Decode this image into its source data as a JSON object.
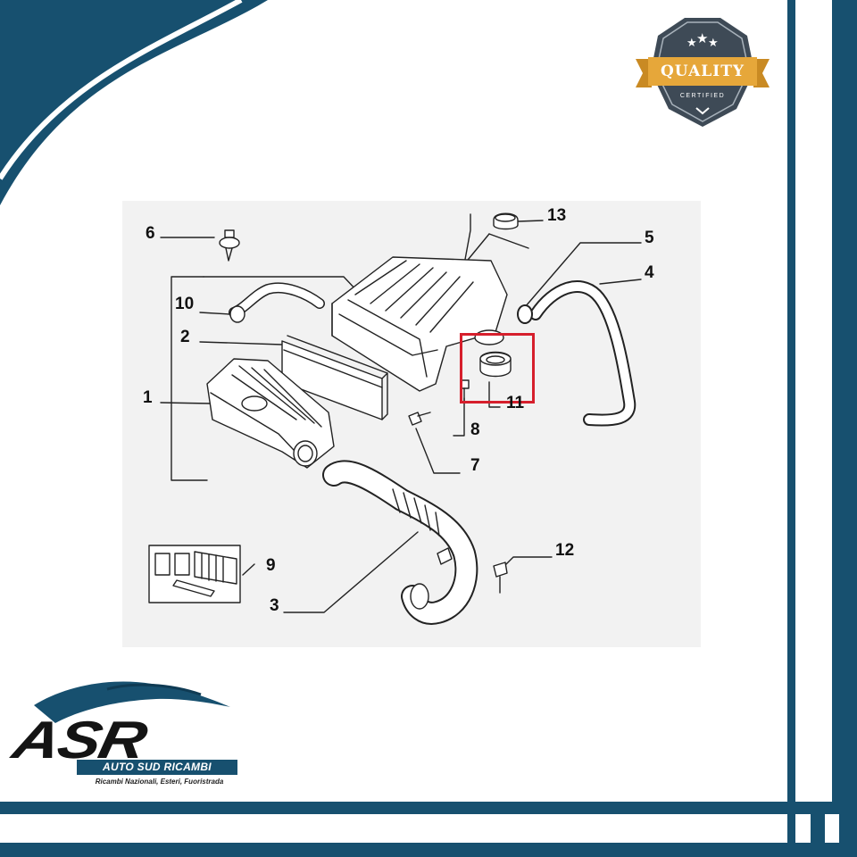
{
  "badge": {
    "quality_label": "QUALITY",
    "certified_label": "CERTIFIED",
    "colors": {
      "badge_body": "#3e4a56",
      "ribbon": "#e6a73a"
    }
  },
  "diagram": {
    "callouts": [
      "1",
      "2",
      "3",
      "4",
      "5",
      "6",
      "7",
      "8",
      "9",
      "10",
      "11",
      "12",
      "13"
    ],
    "highlighted_part": "11",
    "highlight_color": "#d61f2c"
  },
  "brand": {
    "logo_text": "ASR",
    "name": "AUTO SUD RICAMBI",
    "tagline": "Ricambi Nazionali, Esteri, Fuoristrada",
    "colors": {
      "frame_blue": "#17506f",
      "logo_dark": "#141414"
    }
  }
}
